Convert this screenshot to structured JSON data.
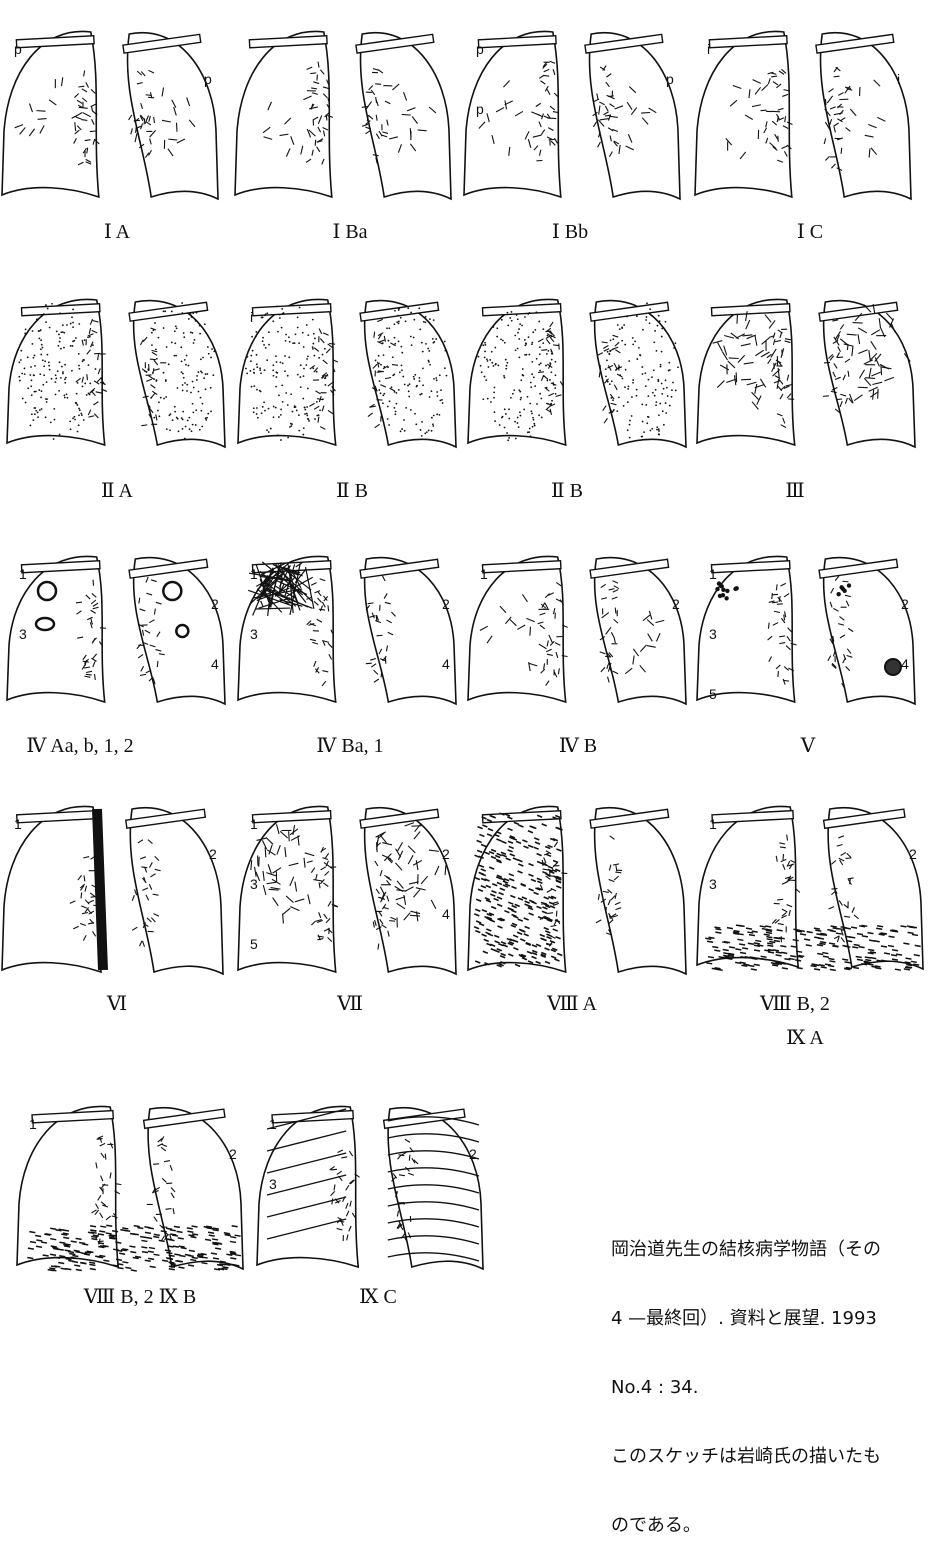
{
  "figure": {
    "panels": [
      {
        "id": "IA",
        "label": "Ⅰ A",
        "style": "hilar",
        "marks": [
          "p",
          "p"
        ]
      },
      {
        "id": "IBa",
        "label": "Ⅰ Ba",
        "style": "hilar",
        "marks": []
      },
      {
        "id": "IBb",
        "label": "Ⅰ Bb",
        "style": "hilar",
        "marks": [
          "p",
          "p",
          "p"
        ]
      },
      {
        "id": "IC",
        "label": "Ⅰ C",
        "style": "hilar",
        "marks": [
          "i",
          "i"
        ]
      },
      {
        "id": "IIA",
        "label": "Ⅱ A",
        "style": "dotted",
        "marks": []
      },
      {
        "id": "IIB1",
        "label": "Ⅱ B",
        "style": "dotted",
        "marks": [
          "i"
        ]
      },
      {
        "id": "IIB2",
        "label": "Ⅱ B",
        "style": "dotted",
        "marks": []
      },
      {
        "id": "III",
        "label": "Ⅲ",
        "style": "streaky",
        "marks": []
      },
      {
        "id": "IVA",
        "label": "Ⅳ Aa, b, 1, 2",
        "style": "cavity",
        "marks": [
          "1",
          "2",
          "3",
          "4"
        ]
      },
      {
        "id": "IVBa",
        "label": "Ⅳ Ba, 1",
        "style": "apical",
        "marks": [
          "1",
          "2",
          "3",
          "4"
        ]
      },
      {
        "id": "IVB",
        "label": "Ⅳ B",
        "style": "hilar",
        "marks": [
          "1",
          "2"
        ]
      },
      {
        "id": "V",
        "label": "Ⅴ",
        "style": "nodules",
        "marks": [
          "1",
          "2",
          "3",
          "4",
          "5"
        ]
      },
      {
        "id": "VI",
        "label": "Ⅵ",
        "style": "pleural",
        "marks": [
          "1",
          "2"
        ]
      },
      {
        "id": "VII",
        "label": "Ⅶ",
        "style": "streaky",
        "marks": [
          "1",
          "2",
          "3",
          "4",
          "5"
        ]
      },
      {
        "id": "VIIIA",
        "label": "Ⅷ A",
        "style": "opaque",
        "marks": []
      },
      {
        "id": "VIIIB2",
        "label": "Ⅷ B, 2",
        "label2": "Ⅸ A",
        "style": "effusion",
        "marks": [
          "1",
          "2",
          "3"
        ]
      },
      {
        "id": "VIIIB2IXB",
        "label": "Ⅷ B, 2 Ⅸ B",
        "style": "pleurisy",
        "marks": [
          "1",
          "2"
        ]
      },
      {
        "id": "IXC",
        "label": "Ⅸ C",
        "style": "ribs",
        "marks": [
          "1",
          "2",
          "3"
        ]
      }
    ]
  },
  "caption": {
    "lines": [
      "岡治道先生の結核病学物語（その",
      " 4 —最終回）. 資料と展望. 1993",
      "No.4 : 34.",
      "このスケッチは岩崎氏の描いたも",
      "のである。"
    ]
  }
}
